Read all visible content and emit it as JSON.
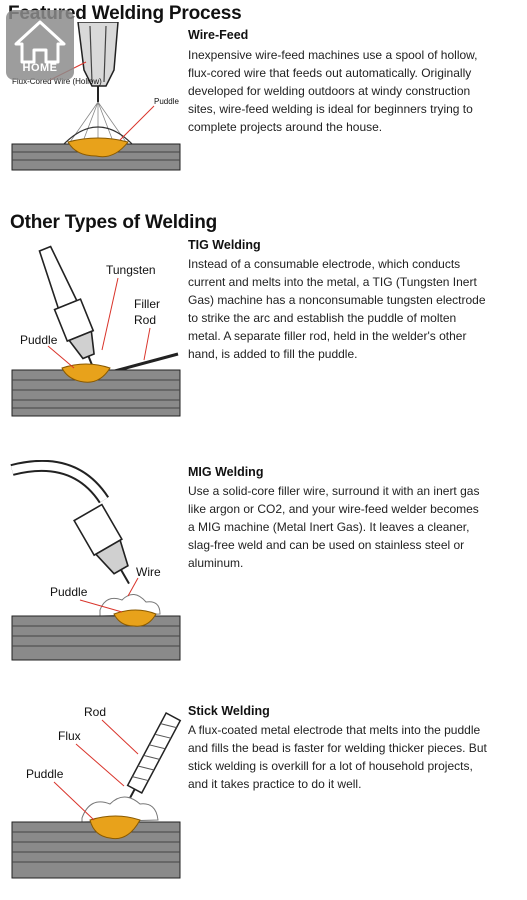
{
  "header": {
    "featured_title": "Featured Welding Process"
  },
  "home_button": {
    "label": "HOME",
    "icon": "home-icon"
  },
  "featured": {
    "title": "Wire-Feed",
    "text": "Inexpensive wire-feed machines use a spool of hollow, flux-cored wire that feeds out automatically. Originally developed for welding outdoors at windy construction sites, wire-feed welding is ideal for beginners trying to complete projects around the house.",
    "fig_labels": {
      "wire": "Flux-Cored Wire (Hollow)",
      "puddle": "Puddle"
    }
  },
  "other_section_title": "Other Types of Welding",
  "types": [
    {
      "title": "TIG Welding",
      "text": "Instead of a consumable electrode, which conducts current and melts into the metal, a TIG (Tungsten Inert Gas) machine has a nonconsumable tungsten electrode to strike the arc and establish the puddle of molten metal. A separate filler rod, held in the welder's other hand, is added to fill the puddle.",
      "fig_labels": {
        "tungsten": "Tungsten",
        "filler": "Filler",
        "rod": "Rod",
        "puddle": "Puddle"
      }
    },
    {
      "title": "MIG Welding",
      "text": "Use a solid-core filler wire, surround it with an inert gas like argon or CO2, and your wire-feed welder becomes a MIG machine (Metal Inert Gas). It leaves a cleaner, slag-free weld and can be used on stainless steel or aluminum.",
      "fig_labels": {
        "wire": "Wire",
        "puddle": "Puddle"
      }
    },
    {
      "title": "Stick Welding",
      "text": "A flux-coated metal electrode that melts into the puddle and fills the bead is faster for welding thicker pieces. But stick welding is overkill for a lot of household projects, and it takes practice to do it well.",
      "fig_labels": {
        "rod": "Rod",
        "flux": "Flux",
        "puddle": "Puddle"
      }
    }
  ],
  "colors": {
    "puddle": "#e8a21b",
    "accent_line": "#d9342b",
    "metal": "#555555"
  }
}
